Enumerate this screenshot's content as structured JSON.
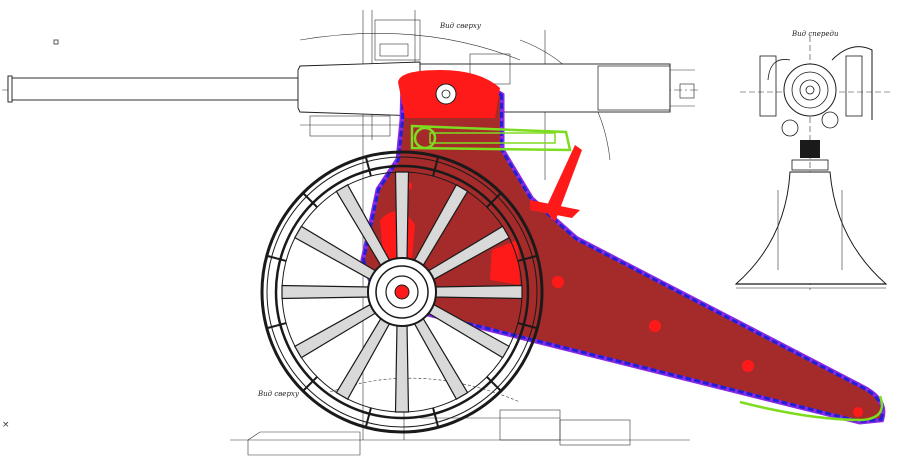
{
  "labels": {
    "top_view": "Вид сверху",
    "front_view": "Вид спереди",
    "bottom_view": "Вид сверху"
  },
  "marks": {
    "close": "×"
  },
  "colors": {
    "carriage_fill": "#a52a2a",
    "carriage_outline": "#2020d8",
    "carriage_edge": "#8a2be2",
    "cradle": "#ff1a1a",
    "rod_highlight": "#7ddc1f",
    "line_ink": "#1a1a1a"
  }
}
